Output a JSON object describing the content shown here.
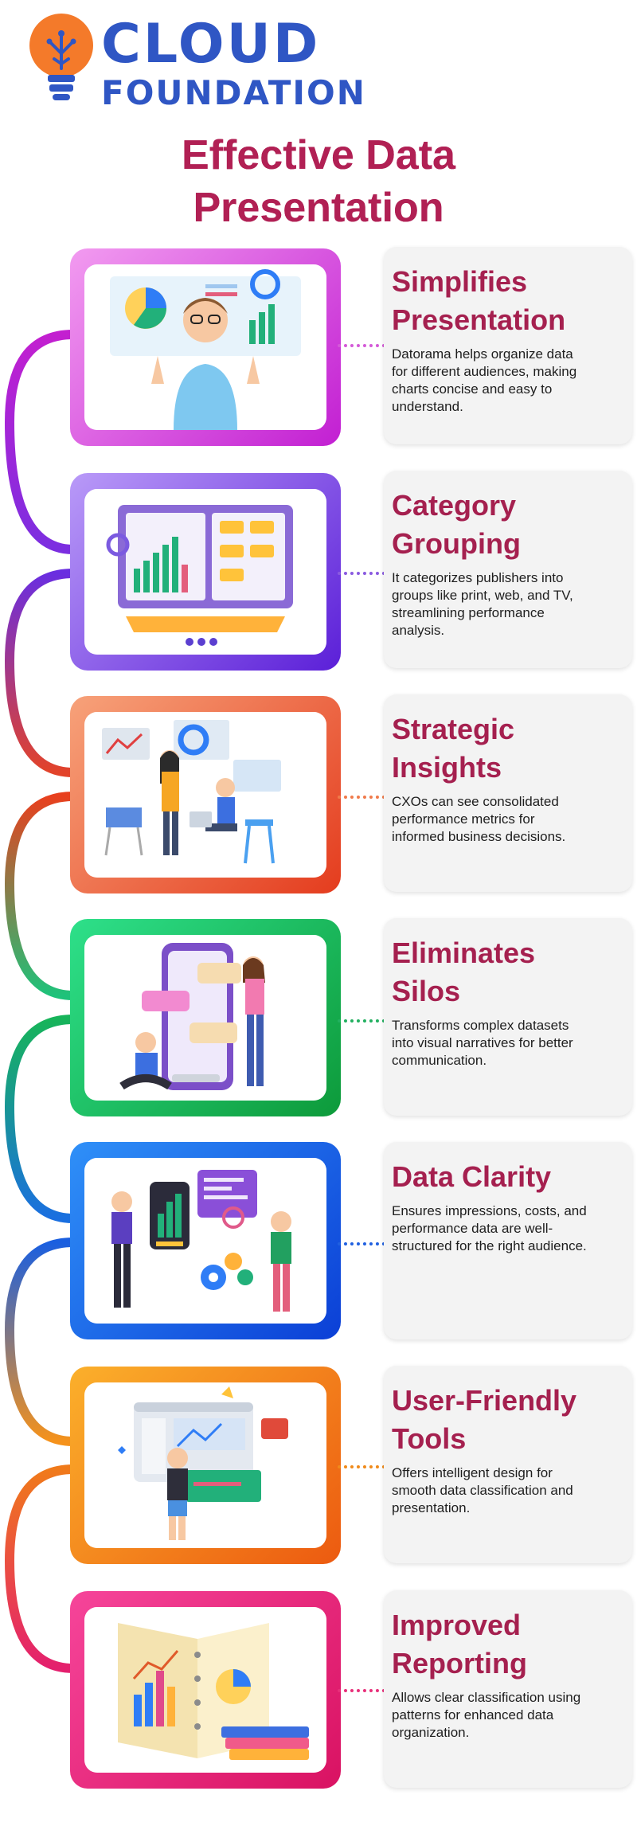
{
  "logo": {
    "line1": "CLOUD",
    "line2": "FOUNDATION",
    "icon": "lightbulb-icon"
  },
  "title": {
    "line1": "Effective Data",
    "line2": "Presentation"
  },
  "colors": {
    "title": "#b12054",
    "brand_blue": "#2f56c4",
    "panel_title": "#a5204f"
  },
  "items": [
    {
      "title_line1": "Simplifies",
      "title_line2": "Presentation",
      "text": "Datorama helps organize data for different audiences, making charts concise and easy to understand.",
      "illustration": "presenter-with-charts-illustration"
    },
    {
      "title_line1": "Category",
      "title_line2": "Grouping",
      "text": "It categorizes publishers into groups like print, web, and TV, streamlining performance analysis.",
      "illustration": "dashboard-board-illustration"
    },
    {
      "title_line1": "Strategic",
      "title_line2": "Insights",
      "text": "CXOs can see consolidated performance metrics for informed business decisions.",
      "illustration": "team-meeting-illustration"
    },
    {
      "title_line1": "Eliminates",
      "title_line2": "Silos",
      "text": "Transforms complex datasets into visual narratives for better communication.",
      "illustration": "chat-phone-illustration"
    },
    {
      "title_line1": "Data Clarity",
      "title_line2": "",
      "text": "Ensures impressions, costs, and performance data are well-structured for the right audience.",
      "illustration": "data-gears-illustration"
    },
    {
      "title_line1": "User-Friendly",
      "title_line2": "Tools",
      "text": "Offers intelligent design for smooth data classification and presentation.",
      "illustration": "developer-tools-illustration"
    },
    {
      "title_line1": "Improved",
      "title_line2": "Reporting",
      "text": "Allows clear classification using patterns for enhanced data organization.",
      "illustration": "report-book-illustration"
    }
  ]
}
